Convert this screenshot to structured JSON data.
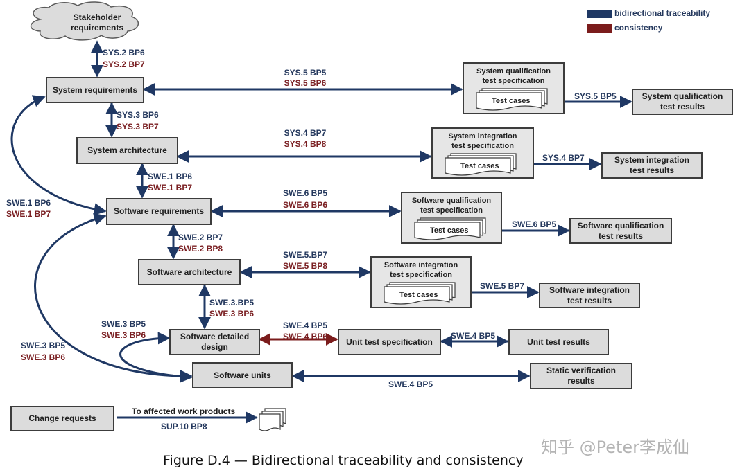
{
  "legend": [
    {
      "label": "bidirectional traceability",
      "color": "#1f3864"
    },
    {
      "label": "consistency",
      "color": "#7b1c1c"
    }
  ],
  "nodes": {
    "stakeholder": "Stakeholder\nrequirements",
    "sys_req": "System requirements",
    "sys_arch": "System architecture",
    "sw_req": "Software requirements",
    "sw_arch": "Software architecture",
    "sw_detailed": "Software detailed\ndesign",
    "sw_units": "Software units",
    "change_requests": "Change requests",
    "unit_test_spec": "Unit test specification",
    "unit_test_results": "Unit test results",
    "static_verification": "Static verification\nresults",
    "sys_qual_results": "System qualification\ntest results",
    "sys_int_results": "System integration\ntest results",
    "sw_qual_results": "Software qualification\ntest results",
    "sw_int_results": "Software integration\ntest results"
  },
  "specs": {
    "sys_qual": {
      "title": "System qualification\ntest specification",
      "cases": "Test cases"
    },
    "sys_int": {
      "title": "System integration\ntest specification",
      "cases": "Test cases"
    },
    "sw_qual": {
      "title": "Software qualification\ntest specification",
      "cases": "Test cases"
    },
    "sw_int": {
      "title": "Software integration\ntest specification",
      "cases": "Test cases"
    }
  },
  "labels": {
    "sys2_bp6": "SYS.2 BP6",
    "sys2_bp7": "SYS.2 BP7",
    "sys3_bp6": "SYS.3 BP6",
    "sys3_bp7": "SYS.3 BP7",
    "sys5_bp5": "SYS.5 BP5",
    "sys5_bp6": "SYS.5 BP6",
    "sys5_bp5_res": "SYS.5 BP5",
    "sys4_bp7": "SYS.4 BP7",
    "sys4_bp8": "SYS.4 BP8",
    "sys4_bp7_res": "SYS.4 BP7",
    "swe1_bp6": "SWE.1 BP6",
    "swe1_bp7": "SWE.1 BP7",
    "swe1_bp6_left": "SWE.1 BP6",
    "swe1_bp7_left": "SWE.1 BP7",
    "swe6_bp5": "SWE.6 BP5",
    "swe6_bp6": "SWE.6 BP6",
    "swe6_bp5_res": "SWE.6 BP5",
    "swe2_bp7": "SWE.2 BP7",
    "swe2_bp8": "SWE.2 BP8",
    "swe5_bp7": "SWE.5.BP7",
    "swe5_bp8": "SWE.5 BP8",
    "swe5_bp7_res": "SWE.5 BP7",
    "swe3_bp5_mid": "SWE.3.BP5",
    "swe3_bp6_mid": "SWE.3 BP6",
    "swe3_bp5_left": "SWE.3 BP5",
    "swe3_bp6_left": "SWE.3 BP6",
    "swe3_bp5_far": "SWE.3 BP5",
    "swe3_bp6_far": "SWE.3 BP6",
    "swe4_bp5": "SWE.4 BP5",
    "swe4_bp6": "SWE.4 BP6",
    "swe4_bp5_res": "SWE.4 BP5",
    "swe4_bp5_static": "SWE.4 BP5",
    "affected": "To affected work products",
    "sup10_bp8": "SUP.10 BP8"
  },
  "caption": "Figure D.4 — Bidirectional traceability and consistency",
  "watermark": "知乎 @Peter李成仙"
}
